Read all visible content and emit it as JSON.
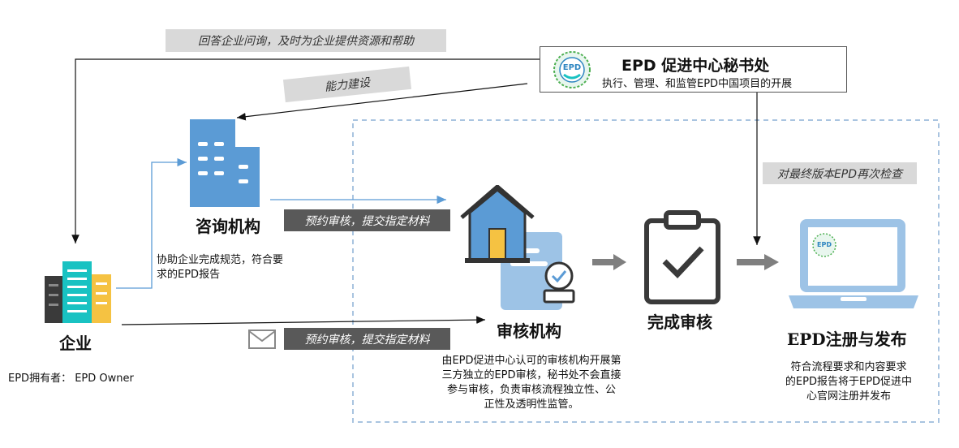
{
  "labels": {
    "top_feedback": "回答企业问询，及时为企业提供资源和帮助",
    "capacity": "能力建设",
    "recheck": "对最终版本EPD再次检查",
    "submit_consult": "预约审核，提交指定材料",
    "submit_enterprise": "预约审核，提交指定材料"
  },
  "secretariat": {
    "logo_text": "EPD",
    "title": "EPD 促进中心秘书处",
    "subtitle": "执行、管理、和监管EPD中国项目的开展"
  },
  "consulting": {
    "title": "咨询机构",
    "desc_line1": "协助企业完成规范，符合要",
    "desc_line2": "求的EPD报告"
  },
  "enterprise": {
    "title": "企业",
    "owner": "EPD拥有者： EPD Owner"
  },
  "audit": {
    "title": "审核机构",
    "desc_lines": [
      "由EPD促进中心认可的审核机构开展第",
      "三方独立的EPD审核，秘书处不会直接",
      "参与审核，负责审核流程独立性、公",
      "正性及透明性监管。"
    ]
  },
  "complete": {
    "title": "完成审核"
  },
  "registry": {
    "logo_text": "EPD",
    "title": "EPD注册与发布",
    "desc_lines": [
      "符合流程要求和内容要求",
      "的EPD报告将于EPD促进中",
      "心官网注册并发布"
    ]
  },
  "colors": {
    "blue_building": "#5b9bd5",
    "teal": "#19c2c2",
    "dark_label": "#595959",
    "grey_label": "#d9d9d9",
    "laptop": "#9dc3e6",
    "orange": "#f4b183"
  }
}
